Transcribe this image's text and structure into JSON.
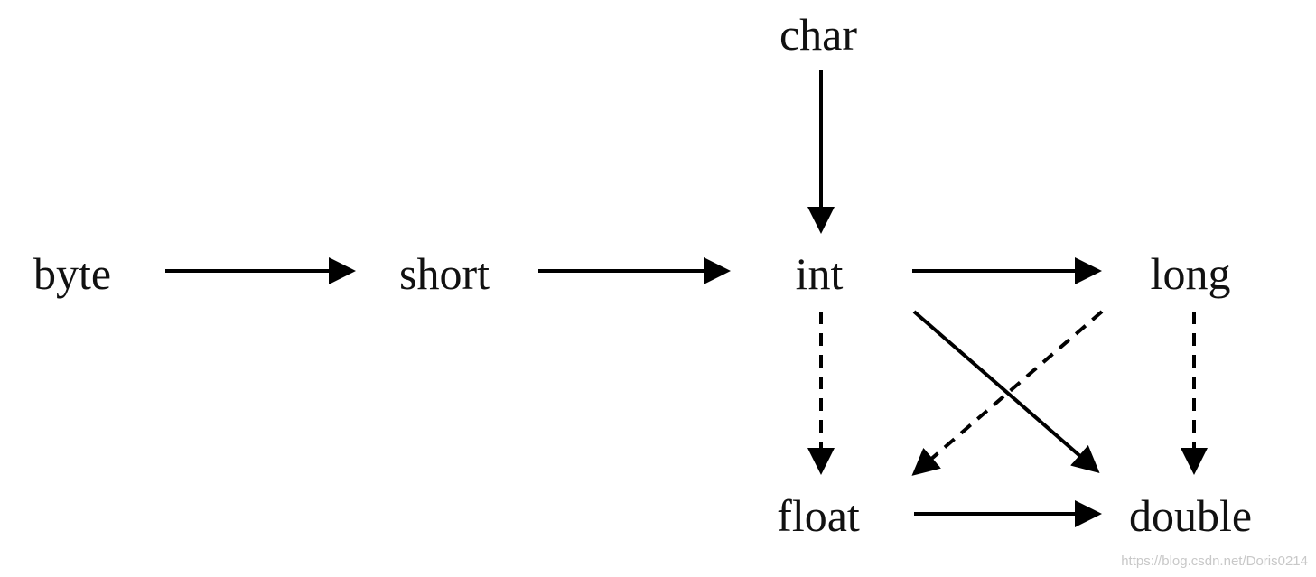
{
  "diagram": {
    "nodes": [
      {
        "id": "char",
        "label": "char"
      },
      {
        "id": "byte",
        "label": "byte"
      },
      {
        "id": "short",
        "label": "short"
      },
      {
        "id": "int",
        "label": "int"
      },
      {
        "id": "long",
        "label": "long"
      },
      {
        "id": "float",
        "label": "float"
      },
      {
        "id": "double",
        "label": "double"
      }
    ],
    "edges": [
      {
        "from": "byte",
        "to": "short",
        "style": "solid"
      },
      {
        "from": "short",
        "to": "int",
        "style": "solid"
      },
      {
        "from": "char",
        "to": "int",
        "style": "solid"
      },
      {
        "from": "int",
        "to": "long",
        "style": "solid"
      },
      {
        "from": "int",
        "to": "float",
        "style": "dashed"
      },
      {
        "from": "int",
        "to": "double",
        "style": "solid"
      },
      {
        "from": "long",
        "to": "float",
        "style": "dashed"
      },
      {
        "from": "long",
        "to": "double",
        "style": "dashed"
      },
      {
        "from": "float",
        "to": "double",
        "style": "solid"
      }
    ],
    "line_color": "#000000",
    "text_color": "#111111"
  },
  "watermark": {
    "text": "https://blog.csdn.net/Doris0214"
  }
}
